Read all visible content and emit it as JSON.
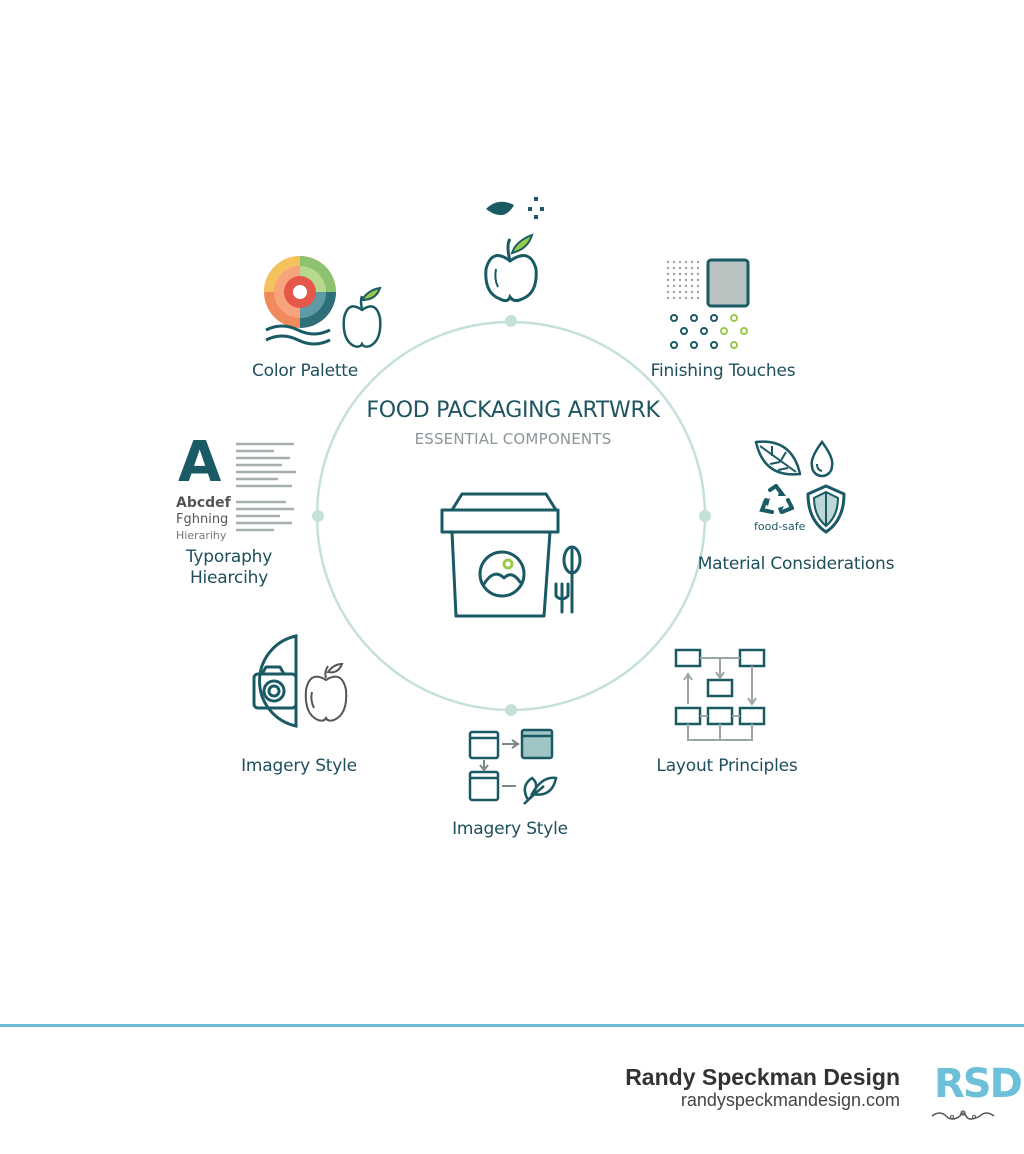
{
  "title": "FOOD PACKAGING ARTWRK",
  "subtitle": "ESSENTIAL COMPONENTS",
  "components": {
    "color_palette": "Color Palette",
    "finishing_touches": "Finishing Touches",
    "typography_line1": "Typoraphy",
    "typography_line2": "Hiearcihy",
    "material_considerations": "Material Considerations",
    "imagery_style_left": "Imagery Style",
    "layout_principles": "Layout Principles",
    "imagery_style_bottom": "Imagery Style"
  },
  "typography_sample": {
    "big_letter": "A",
    "line1": "Abcdef",
    "line2": "Fghning",
    "line3": "Hierarihy"
  },
  "material_badge": "food-safe",
  "footer": {
    "brand_name": "Randy Speckman Design",
    "brand_url": "randyspeckmandesign.com",
    "logo_text": "RSD"
  },
  "icons": [
    "apple-icon",
    "color-wheel-icon",
    "halftone-swatch-icon",
    "type-sample-icon",
    "leaf-icon",
    "water-drop-icon",
    "recycle-icon",
    "shield-icon",
    "food-box-icon",
    "camera-icon",
    "layout-grid-icon",
    "flow-boxes-icon"
  ],
  "colors": {
    "primary": "#1a5a64",
    "ring": "#bcdcd6",
    "accent_green": "#9bc94a",
    "footer_rule": "#6bbcd4"
  }
}
